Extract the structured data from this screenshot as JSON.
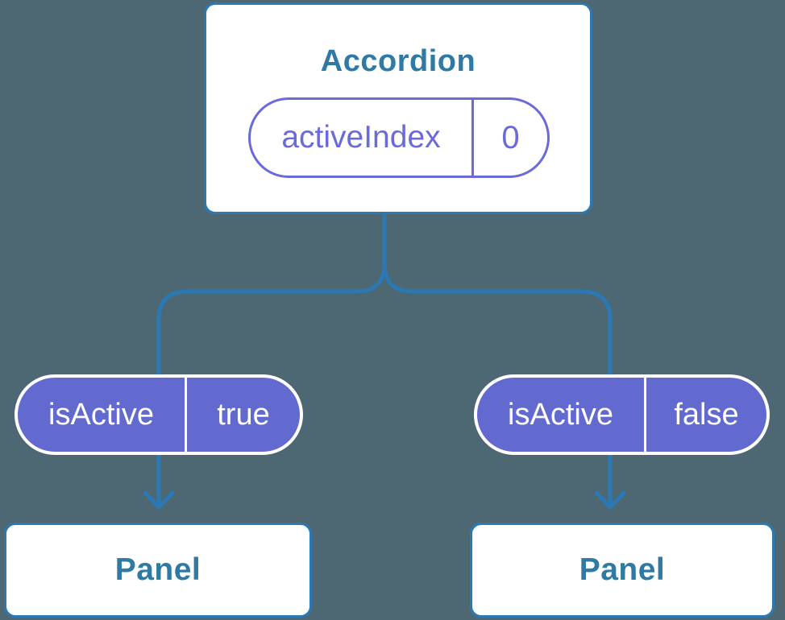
{
  "colors": {
    "background": "#4d6873",
    "line": "#2a79b5",
    "steel": "#2f7aa4",
    "purple": "#6269cf",
    "purple_accent": "#6a6ada"
  },
  "diagram": {
    "root": {
      "title": "Accordion",
      "prop_name": "activeIndex",
      "prop_value": "0"
    },
    "children": [
      {
        "prop_name": "isActive",
        "prop_value": "true",
        "panel_label": "Panel"
      },
      {
        "prop_name": "isActive",
        "prop_value": "false",
        "panel_label": "Panel"
      }
    ]
  }
}
